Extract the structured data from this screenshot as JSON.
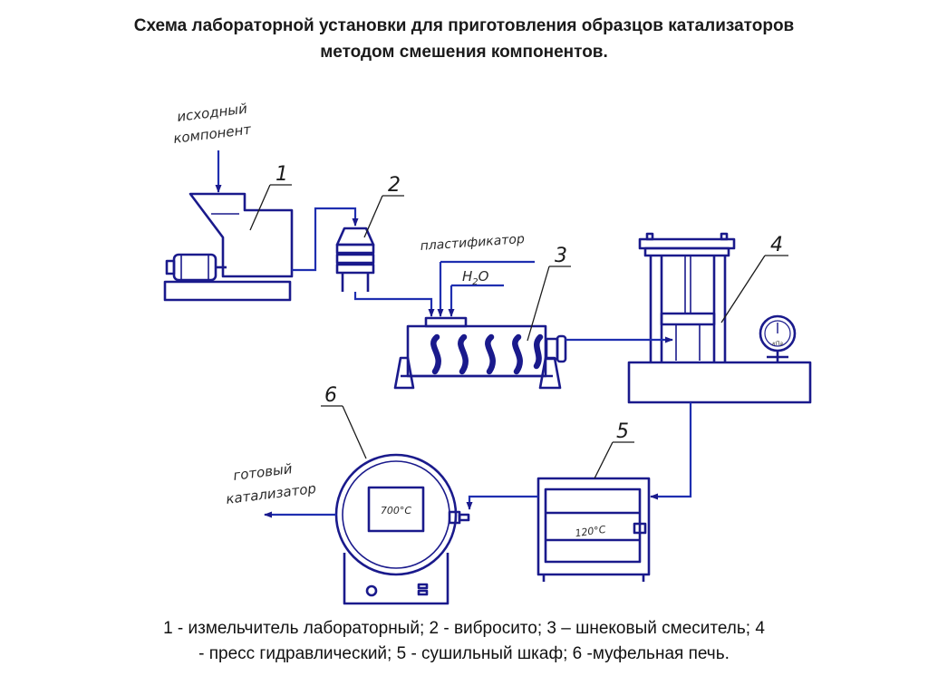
{
  "title": {
    "line1": "Схема лабораторной установки для приготовления образцов катализаторов",
    "line2": "методом смешения компонентов."
  },
  "labels": {
    "source_line1": "исходный",
    "source_line2": "компонент",
    "plasticizer": "пластификатор",
    "water": "H",
    "water_sub": "2",
    "water_tail": "O",
    "product_line1": "готовый",
    "product_line2": "катализатор",
    "furnace_temp": "700°С",
    "dryer_temp": "120°С",
    "gauge_unit": "кПа"
  },
  "callouts": [
    "1",
    "2",
    "3",
    "4",
    "5",
    "6"
  ],
  "legend": {
    "line1": "1 - измельчитель лабораторный; 2 - вибросито; 3 – шнековый смеситель; 4",
    "line2": "- пресс гидравлический; 5 - сушильный шкаф; 6 -муфельная печь."
  },
  "colors": {
    "equipment": "#1a1a8c",
    "flow": "#1f2fb0",
    "text": "#1a1a1a"
  }
}
